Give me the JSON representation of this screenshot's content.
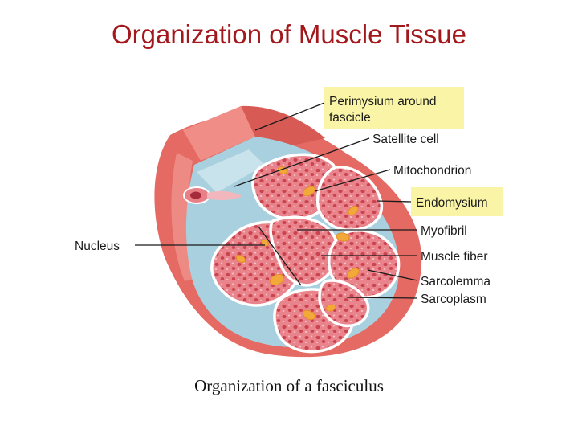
{
  "title": "Organization of Muscle Tissue",
  "caption": "Organization of a fasciculus",
  "labels": {
    "perimysium_line1": "Perimysium around",
    "perimysium_line2": "fascicle",
    "satellite_cell": "Satellite cell",
    "mitochondrion": "Mitochondrion",
    "endomysium": "Endomysium",
    "nucleus": "Nucleus",
    "myofibril": "Myofibril",
    "muscle_fiber": "Muscle fiber",
    "sarcolemma": "Sarcolemma",
    "sarcoplasm": "Sarcoplasm"
  },
  "colors": {
    "title": "#a3181c",
    "highlight": "#faf5a6",
    "perimysium_tissue": "#e46a63",
    "connective_blue": "#a9d0de",
    "fiber_fill": "#e9828a",
    "mitochondria": "#f2a93a"
  }
}
